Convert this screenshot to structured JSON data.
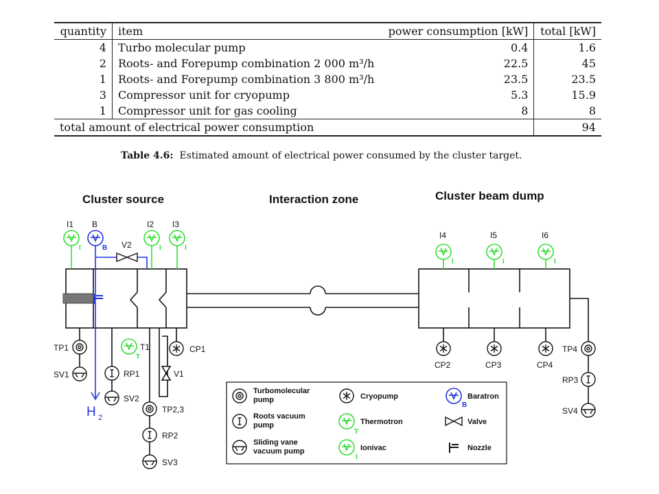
{
  "table": {
    "headers": [
      "quantity",
      "item",
      "power consumption [kW]",
      "total [kW]"
    ],
    "rows": [
      {
        "quantity": "4",
        "item": "Turbo molecular pump",
        "power": "0.4",
        "total": "1.6"
      },
      {
        "quantity": "2",
        "item": "Roots- and Forepump combination 2 000 m³/h",
        "power": "22.5",
        "total": "45"
      },
      {
        "quantity": "1",
        "item": "Roots- and Forepump combination 3 800 m³/h",
        "power": "23.5",
        "total": "23.5"
      },
      {
        "quantity": "3",
        "item": "Compressor unit for cryopump",
        "power": "5.3",
        "total": "15.9"
      },
      {
        "quantity": "1",
        "item": "Compressor unit for gas cooling",
        "power": "8",
        "total": "8"
      }
    ],
    "footer_label": "total amount of electrical power consumption",
    "footer_total": "94"
  },
  "caption": {
    "label": "Table 4.6:",
    "text": "Estimated amount of electrical power consumed by the cluster target."
  },
  "diagram": {
    "titles": {
      "source": "Cluster source",
      "interaction": "Interaction zone",
      "dump": "Cluster beam dump"
    },
    "labels": {
      "i1": "I1",
      "b": "B",
      "i2": "I2",
      "i3": "I3",
      "v2": "V2",
      "i4": "I4",
      "i5": "I5",
      "i6": "I6",
      "tp1": "TP1",
      "sv1": "SV1",
      "t1": "T1",
      "rp1": "RP1",
      "sv2": "SV2",
      "cp1": "CP1",
      "v1": "V1",
      "tp23": "TP2,3",
      "rp2": "RP2",
      "sv3": "SV3",
      "cp2": "CP2",
      "cp3": "CP3",
      "cp4": "CP4",
      "tp4": "TP4",
      "rp3": "RP3",
      "sv4": "SV4",
      "h2": "H",
      "h2sub": "2",
      "i_tag": "I",
      "b_tag": "B",
      "t_tag": "T"
    },
    "legend": {
      "turbo_1": "Turbomolecular",
      "turbo_2": "pump",
      "roots_1": "Roots vacuum",
      "roots_2": "pump",
      "sliding_1": "Sliding vane",
      "sliding_2": "vacuum pump",
      "cryo": "Cryopump",
      "thermo": "Thermotron",
      "ionivac": "Ionivac",
      "baratron": "Baratron",
      "valve": "Valve",
      "nozzle": "Nozzle"
    },
    "colors": {
      "green": "#33dd33",
      "blue": "#2233dd",
      "black": "#111111",
      "gray": "#777777"
    }
  }
}
